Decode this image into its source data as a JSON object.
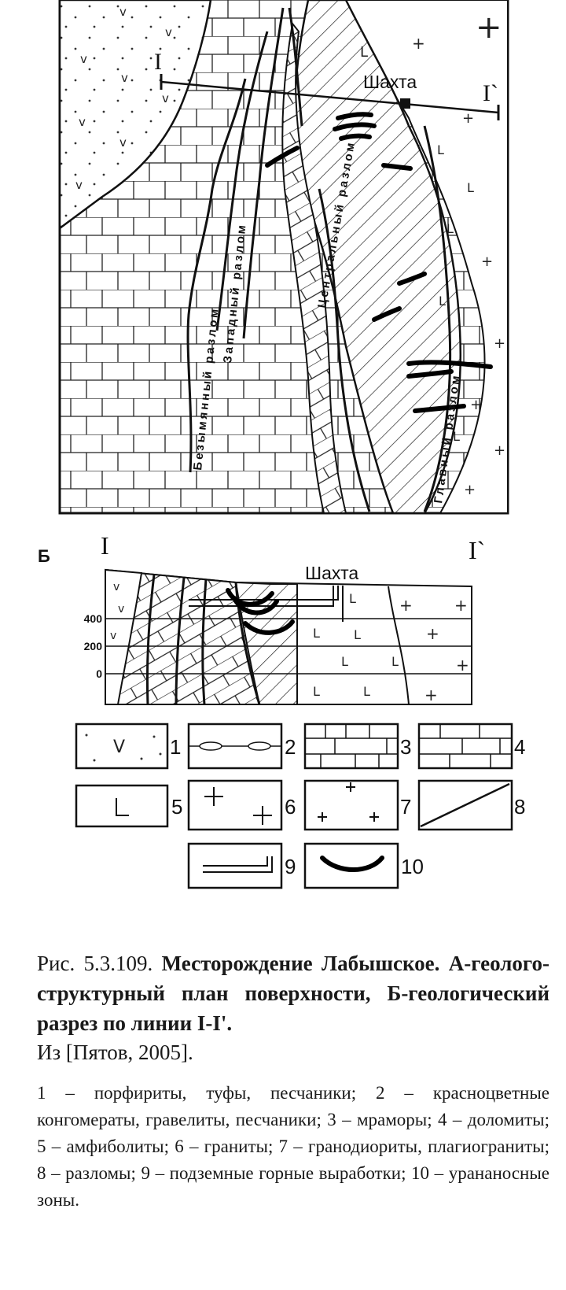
{
  "plan": {
    "section_start": "I",
    "section_end": "I`",
    "shaft_label": "Шахта",
    "faults": {
      "nameless": "Безымянный разлом",
      "western": "Западный разлом",
      "central": "Центральный разлом",
      "main": "Главный разлом"
    }
  },
  "section": {
    "panel_label": "Б",
    "start": "I",
    "end": "I`",
    "shaft_label": "Шахта",
    "depth_labels": [
      "400",
      "200",
      "0"
    ]
  },
  "legend_numbers": [
    "1",
    "2",
    "3",
    "4",
    "5",
    "6",
    "7",
    "8",
    "9",
    "10"
  ],
  "caption": {
    "figure_number": "Рис. 5.3.109.",
    "title": "Месторождение Лабышское. А-геолого-структурный план поверхности, Б-геологический разрез по линии I-I'.",
    "source": "Из [Пятов, 2005].",
    "legend_text": "1 – порфириты, туфы, песчаники; 2 – красноцветные конгомераты, гравелиты, песчаники; 3 – мраморы; 4 – доломиты; 5 – амфиболиты; 6 – граниты; 7 – гранодиориты, плагиограниты; 8 – разломы; 9 – подземные горные выработки; 10 – урананосные зоны."
  }
}
